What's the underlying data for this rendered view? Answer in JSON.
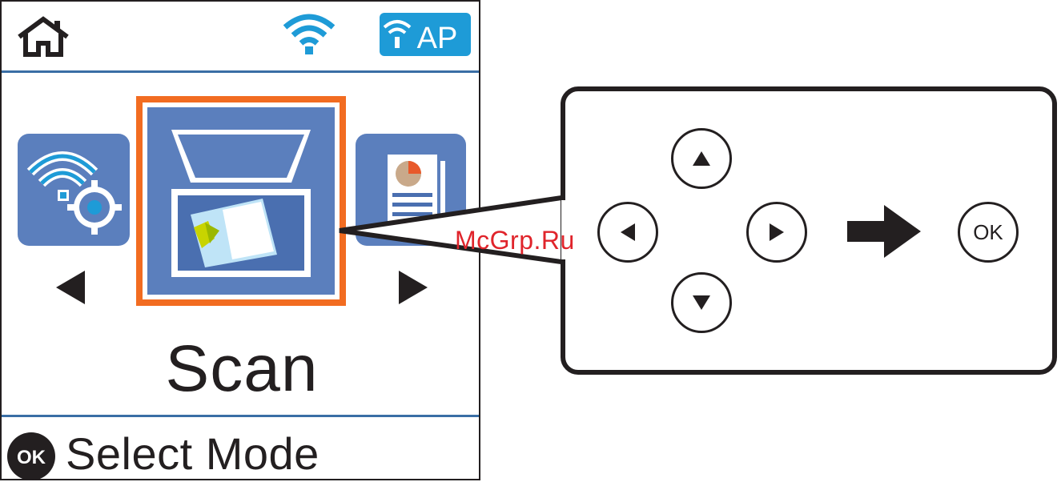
{
  "lcd": {
    "status_icons": [
      "home-icon",
      "wifi-icon",
      "wifi-ap-icon"
    ],
    "ap_badge_text": "AP",
    "carousel": {
      "left_tile": "wifi-settings-icon",
      "selected_tile": "scan-icon",
      "right_tile": "copy-document-icon"
    },
    "mode_name": "Scan",
    "footer": {
      "ok_badge": "OK",
      "label": "Select Mode"
    },
    "colors": {
      "rule": "#3a6ea5",
      "tile_blue": "#5b7fbd",
      "selection_orange": "#f26c21",
      "wifi_cyan": "#1e9bd7"
    }
  },
  "control_panel": {
    "buttons": {
      "up": "up-button",
      "left": "left-button",
      "right": "right-button",
      "down": "down-button",
      "ok_label": "OK"
    }
  },
  "watermark": "McGrp.Ru"
}
